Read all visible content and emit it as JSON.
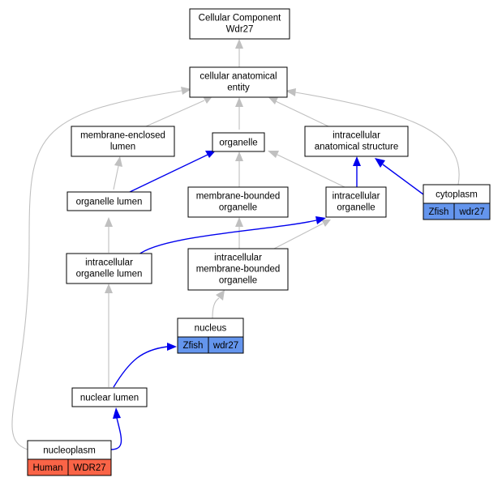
{
  "nodes": {
    "root": {
      "line1": "Cellular Component",
      "line2": "Wdr27"
    },
    "cellular_anatomical_entity": {
      "line1": "cellular anatomical",
      "line2": "entity"
    },
    "membrane_enclosed_lumen": {
      "line1": "membrane-enclosed",
      "line2": "lumen"
    },
    "organelle": {
      "line1": "organelle"
    },
    "intracellular_anatomical_structure": {
      "line1": "intracellular",
      "line2": "anatomical structure"
    },
    "organelle_lumen": {
      "line1": "organelle lumen"
    },
    "membrane_bounded_organelle": {
      "line1": "membrane-bounded",
      "line2": "organelle"
    },
    "intracellular_organelle": {
      "line1": "intracellular",
      "line2": "organelle"
    },
    "cytoplasm": {
      "line1": "cytoplasm",
      "species": "Zfish",
      "gene": "wdr27"
    },
    "intracellular_organelle_lumen": {
      "line1": "intracellular",
      "line2": "organelle lumen"
    },
    "intracellular_membrane_bounded_organelle": {
      "line1": "intracellular",
      "line2": "membrane-bounded",
      "line3": "organelle"
    },
    "nucleus": {
      "line1": "nucleus",
      "species": "Zfish",
      "gene": "wdr27"
    },
    "nuclear_lumen": {
      "line1": "nuclear lumen"
    },
    "nucleoplasm": {
      "line1": "nucleoplasm",
      "species": "Human",
      "gene": "WDR27"
    }
  },
  "colors": {
    "zfish_annotation": "#6495ed",
    "human_annotation": "#fa6447",
    "is_a_edge": "#c0c0c0",
    "part_of_edge": "#0000ee"
  }
}
